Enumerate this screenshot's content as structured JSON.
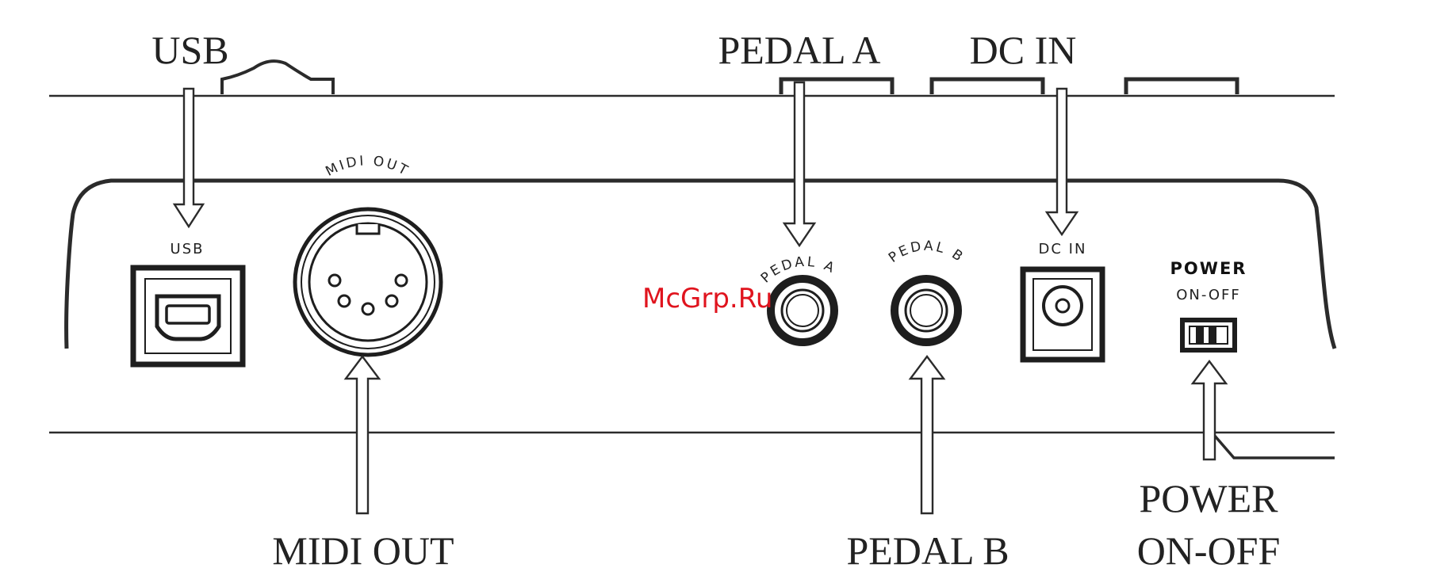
{
  "callouts": {
    "usb": "USB",
    "pedal_a": "PEDAL A",
    "dc_in": "DC IN",
    "midi_out": "MIDI OUT",
    "pedal_b": "PEDAL B",
    "power_line1": "POWER",
    "power_line2": "ON-OFF"
  },
  "panel": {
    "usb": "USB",
    "midi_out": "MIDI OUT",
    "pedal_a": "PEDAL A",
    "pedal_b": "PEDAL B",
    "dc_in": "DC IN",
    "power": "POWER",
    "on_off": "ON-OFF"
  },
  "watermark": "McGrp.Ru"
}
